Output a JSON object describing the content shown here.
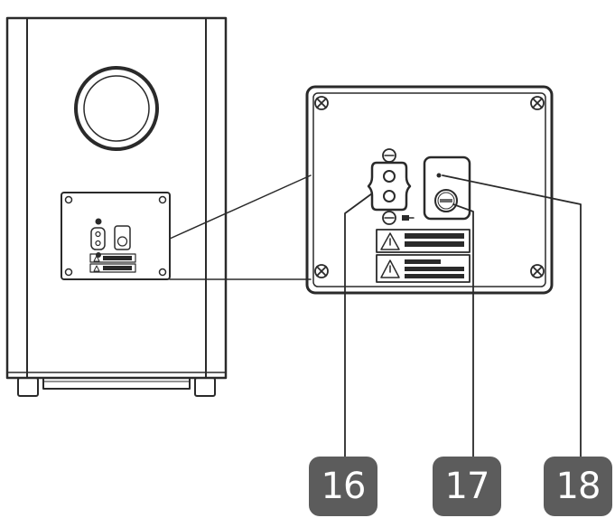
{
  "diagram": {
    "callouts": [
      {
        "number": "16",
        "part": "power-socket"
      },
      {
        "number": "17",
        "part": "reset-button"
      },
      {
        "number": "18",
        "part": "indicator-light"
      }
    ],
    "colors": {
      "line": "#2a2a2a",
      "badge": "#5c5c5c",
      "badge_text": "#ffffff",
      "panel_fill": "#ffffff"
    },
    "icons": [
      "warning-triangle-icon",
      "screw-icon",
      "power-socket-icon"
    ]
  }
}
